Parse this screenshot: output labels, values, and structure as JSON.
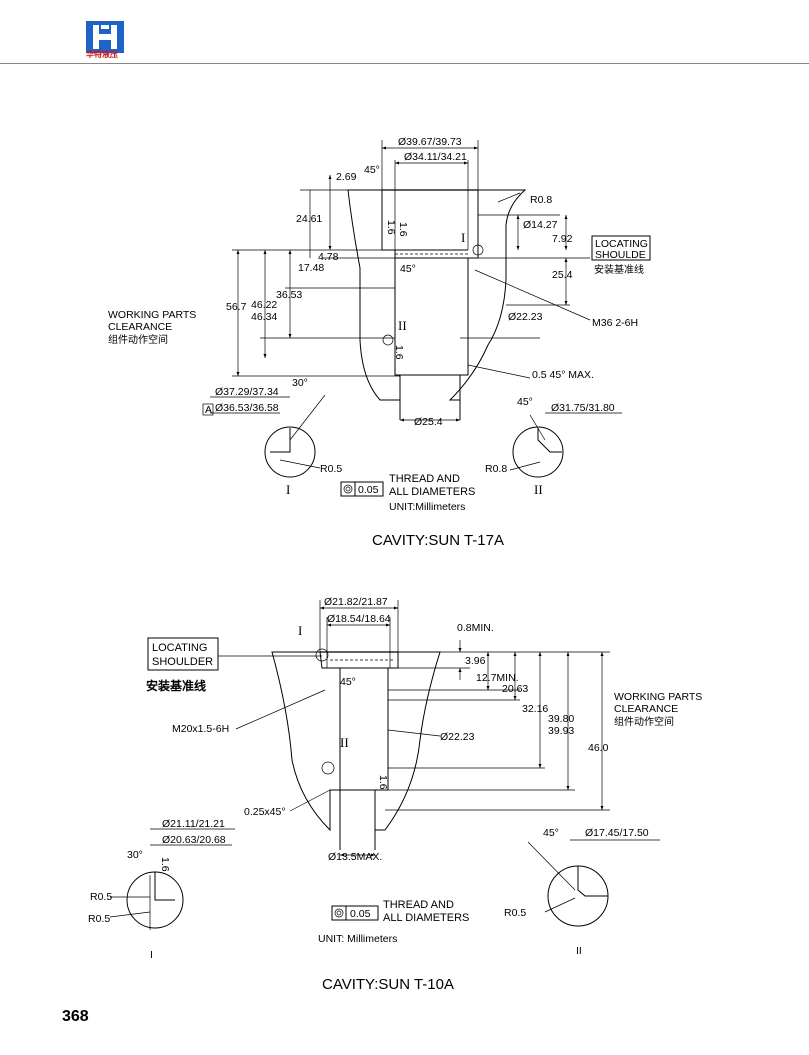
{
  "header": {
    "brand_name": "华特液压",
    "brand_color": "#1e64c8",
    "brand_text_color": "#c4161c"
  },
  "page_number": "368",
  "t17a": {
    "title": "CAVITY:SUN T-17A",
    "top_dims": [
      "Ø39.67/39.73",
      "Ø34.11/34.21"
    ],
    "left_dims": [
      "2.69",
      "45°",
      "24.61",
      "1.6",
      "1.6",
      "4.78",
      "17.48",
      "36.53",
      "56.7",
      "46.22",
      "46.34"
    ],
    "right_dims": [
      "R0.8",
      "Ø14.27",
      "7.92",
      "25.4",
      "M36 2-6H",
      "Ø22.23",
      "0.5 45° MAX."
    ],
    "inner_labels": [
      "45°",
      "I",
      "II",
      "1.6"
    ],
    "locating": [
      "LOCATING",
      "SHOULDE"
    ],
    "locating_zh": "安装基准线",
    "working": [
      "WORKING PARTS",
      "CLEARANCE"
    ],
    "working_zh": "组件动作空间",
    "bottom_dims": [
      "Ø37.29/37.34",
      "Ø36.53/36.58",
      "30°",
      "Ø25.4",
      "45°",
      "Ø31.75/31.80"
    ],
    "datum": "A",
    "detail_I_radius": "R0.5",
    "detail_II_radius": "R0.8",
    "detail_I": "I",
    "detail_II": "II",
    "tolerance": "0.05",
    "notes": [
      "THREAD AND",
      "ALL DIAMETERS",
      "UNIT:Millimeters"
    ]
  },
  "t10a": {
    "title": "CAVITY:SUN T-10A",
    "top_dims": [
      "Ø21.82/21.87",
      "Ø18.54/18.64"
    ],
    "inner_labels": [
      "I",
      "45°",
      "II",
      "1.6"
    ],
    "right_dims": [
      "0.8MIN.",
      "3.96",
      "12.7MIN.",
      "20.63",
      "32.16",
      "39.80",
      "39.93",
      "46.0",
      "Ø22.23"
    ],
    "locating": [
      "LOCATING",
      "SHOULDER"
    ],
    "locating_zh": "安装基准线",
    "working": [
      "WORKING PARTS",
      "CLEARANCE"
    ],
    "working_zh": "组件动作空间",
    "thread": "M20x1.5-6H",
    "chamfer": "0.25x45°",
    "bottom_dim": "Ø13.5MAX.",
    "detail_I_dims": [
      "Ø21.11/21.21",
      "Ø20.63/20.68",
      "30°",
      "1.6",
      "R0.5",
      "R0.5"
    ],
    "detail_II_dims": [
      "45°",
      "Ø17.45/17.50",
      "R0.5"
    ],
    "detail_I": "I",
    "detail_II": "II",
    "tolerance": "0.05",
    "notes": [
      "THREAD AND",
      "ALL DIAMETERS",
      "UNIT: Millimeters"
    ]
  }
}
